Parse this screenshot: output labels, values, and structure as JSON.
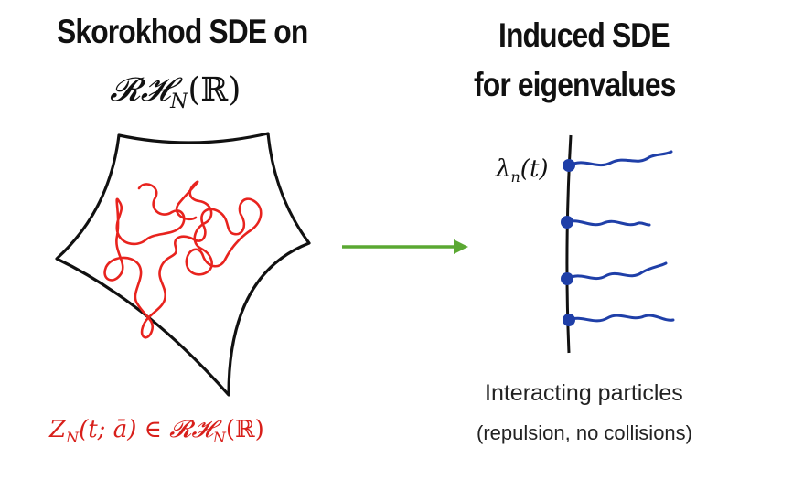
{
  "left": {
    "title": "Skorokhod SDE on",
    "space": "𝓡𝓗N(ℝ)",
    "space_main": "𝓡𝓗",
    "space_sub": "N",
    "space_arg": "(ℝ)",
    "process": "ZN(t; ā) ∈ 𝓡𝓗N(ℝ)",
    "process_z": "Z",
    "process_sub": "N",
    "process_args": "(t; ā) ∈ 𝓡𝓗",
    "process_sub2": "N",
    "process_tail": "(ℝ)"
  },
  "right": {
    "title_line1": "Induced SDE",
    "title_line2": "for eigenvalues",
    "eigen_label": "λn(t)",
    "eigen_lambda": "λ",
    "eigen_sub": "n",
    "eigen_arg": "(t)",
    "caption_line1": "Interacting particles",
    "caption_line2": "(repulsion, no collisions)"
  },
  "colors": {
    "path": "#e8231e",
    "arrow": "#5aa832",
    "particles": "#1f3fa8",
    "process_text": "#d81f1a"
  }
}
